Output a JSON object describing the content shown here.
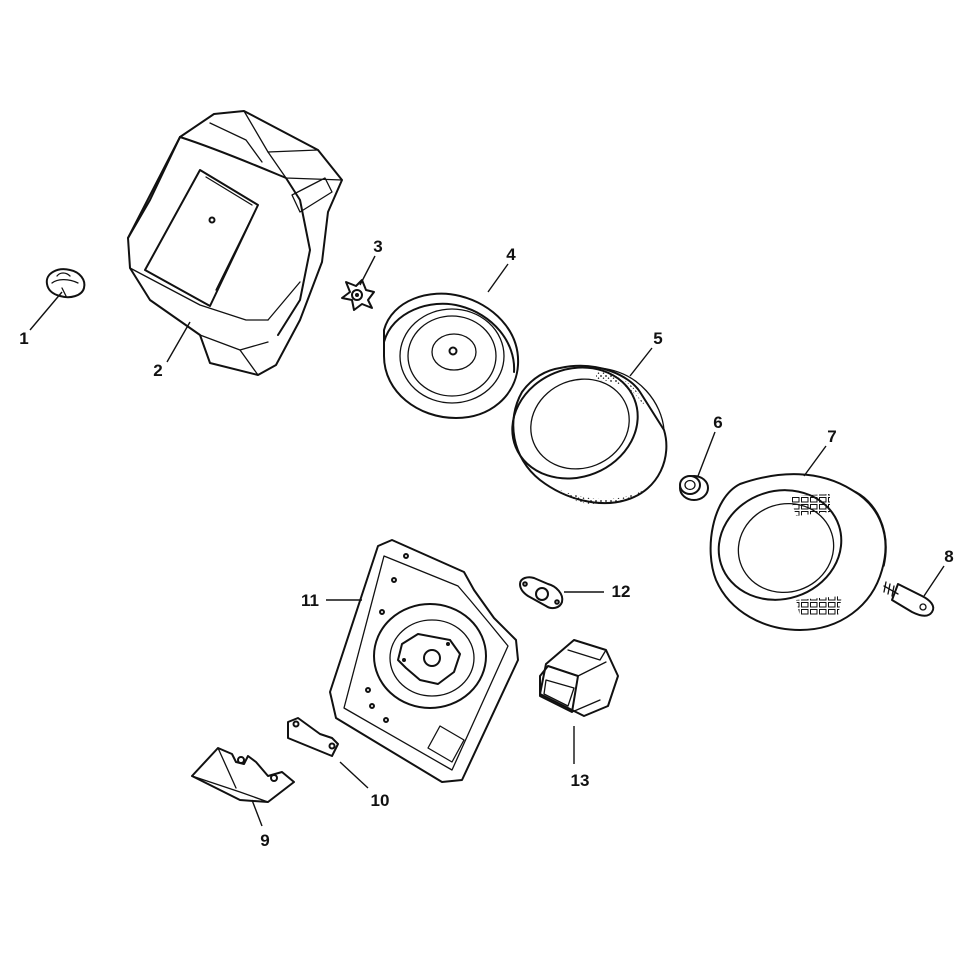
{
  "callouts": [
    {
      "id": "1",
      "label": "1"
    },
    {
      "id": "2",
      "label": "2"
    },
    {
      "id": "3",
      "label": "3"
    },
    {
      "id": "4",
      "label": "4"
    },
    {
      "id": "5",
      "label": "5"
    },
    {
      "id": "6",
      "label": "6"
    },
    {
      "id": "7",
      "label": "7"
    },
    {
      "id": "8",
      "label": "8"
    },
    {
      "id": "9",
      "label": "9"
    },
    {
      "id": "10",
      "label": "10"
    },
    {
      "id": "11",
      "label": "11"
    },
    {
      "id": "12",
      "label": "12"
    },
    {
      "id": "13",
      "label": "13"
    }
  ],
  "parts": [
    {
      "id": "1",
      "icon": "knob-icon"
    },
    {
      "id": "2",
      "icon": "air-cleaner-cover-icon"
    },
    {
      "id": "3",
      "icon": "wing-nut-icon"
    },
    {
      "id": "4",
      "icon": "cover-plate-icon"
    },
    {
      "id": "5",
      "icon": "precleaner-sleeve-icon"
    },
    {
      "id": "6",
      "icon": "seal-icon"
    },
    {
      "id": "7",
      "icon": "filter-element-icon"
    },
    {
      "id": "8",
      "icon": "stud-icon"
    },
    {
      "id": "9",
      "icon": "bracket-icon"
    },
    {
      "id": "10",
      "icon": "gasket-icon"
    },
    {
      "id": "11",
      "icon": "base-plate-icon"
    },
    {
      "id": "12",
      "icon": "gasket-icon"
    },
    {
      "id": "13",
      "icon": "elbow-icon"
    }
  ],
  "colors": {
    "line": "#111111",
    "background": "#ffffff"
  }
}
